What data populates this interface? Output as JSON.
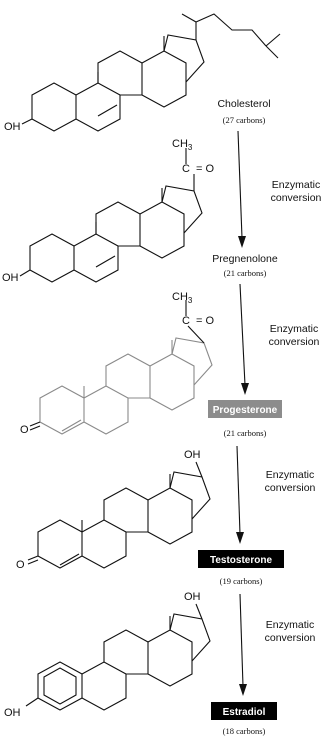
{
  "steps": [
    {
      "name": "Cholesterol",
      "carbons": "(27 carbons)",
      "highlighted": false
    },
    {
      "name": "Pregnenolone",
      "carbons": "(21 carbons)",
      "highlighted": false
    },
    {
      "name": "Progesterone",
      "carbons": "(21 carbons)",
      "highlighted": true,
      "box_color": "#8c8c8c"
    },
    {
      "name": "Testosterone",
      "carbons": "(19 carbons)",
      "highlighted": true,
      "box_color": "#000000"
    },
    {
      "name": "Estradiol",
      "carbons": "(18 carbons)",
      "highlighted": true,
      "box_color": "#000000"
    }
  ],
  "conversions": [
    {
      "line1": "Enzymatic",
      "line2": "conversion"
    },
    {
      "line1": "Enzymatic",
      "line2": "conversion"
    },
    {
      "line1": "Enzymatic",
      "line2": "conversion"
    },
    {
      "line1": "Enzymatic",
      "line2": "conversion"
    }
  ],
  "atoms": {
    "hydroxyl": "OH",
    "methyl": "CH",
    "methyl_sub": "3",
    "carbonyl_c": "C",
    "equals_o": "= O",
    "ketone_o": "O"
  }
}
